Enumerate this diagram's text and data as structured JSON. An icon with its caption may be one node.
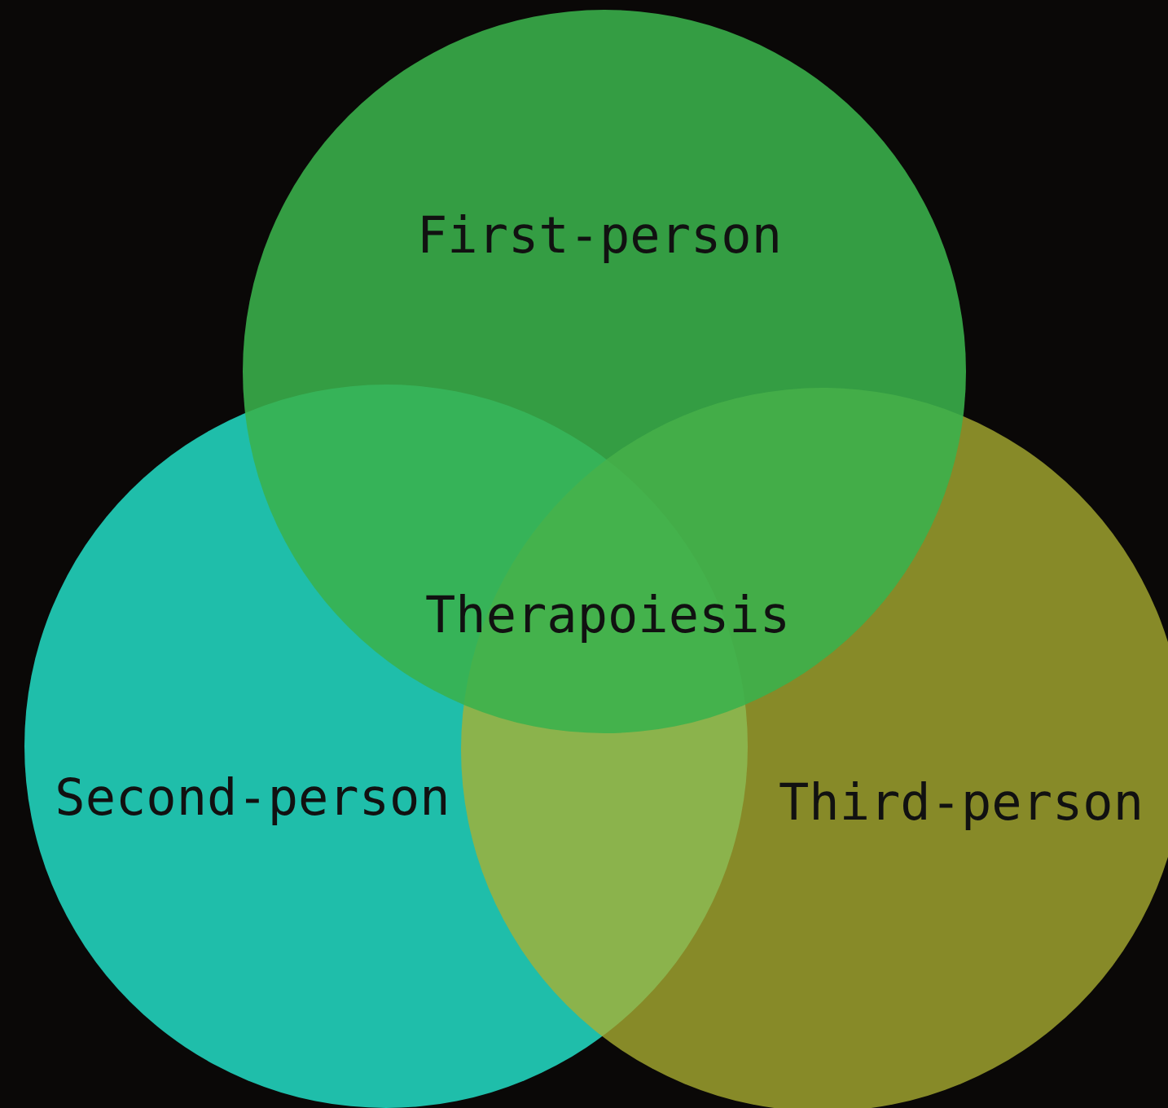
{
  "diagram": {
    "nodes": [
      {
        "text": [
          "First-person"
        ]
      },
      {
        "text": [
          "Second-person"
        ]
      },
      {
        "text": [
          "Third-person"
        ]
      }
    ],
    "labels": [
      "Therapoiesis"
    ]
  }
}
